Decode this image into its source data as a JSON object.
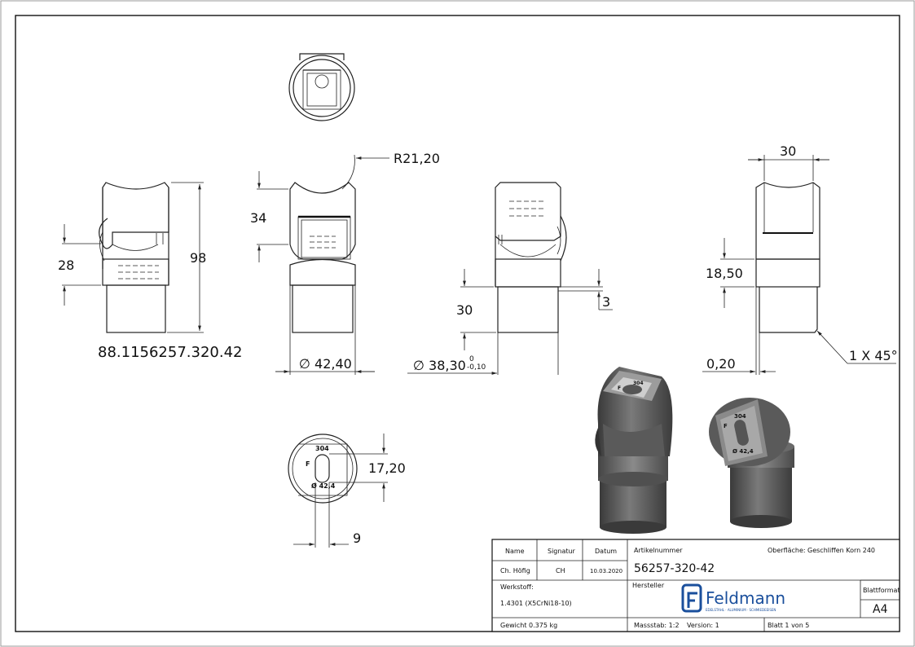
{
  "dims": {
    "r21": "R21,20",
    "d34": "34",
    "d28": "28",
    "d98": "98",
    "part_no": "88.1156257.320.42",
    "dia42": "∅ 42,40",
    "d30a": "30",
    "d3": "3",
    "dia38": "∅ 38,30",
    "tol_up": "0",
    "tol_down": "-0,10",
    "d30b": "30",
    "d1850": "18,50",
    "d020": "0,20",
    "chamfer": "1 X 45°",
    "d1720": "17,20",
    "d9": "9"
  },
  "engraving": {
    "num": "304",
    "letter": "F",
    "dia": "Ø 42,4"
  },
  "title_block": {
    "h_name": "Name",
    "h_signatur": "Signatur",
    "h_datum": "Datum",
    "name": "Ch. Höfig",
    "signatur": "CH",
    "datum": "10.03.2020",
    "artikel_label": "Artikelnummer",
    "artikel": "56257-320-42",
    "oberflaeche_label": "Oberfläche:",
    "oberflaeche": "Geschliffen Korn 240",
    "werkstoff_label": "Werkstoff:",
    "werkstoff": "1.4301 (X5CrNi18-10)",
    "hersteller_label": "Hersteller",
    "brand": "Feldmann",
    "brand_sub": "EDELSTAHL · ALUMINIUM · SCHMIEDEEISEN",
    "blattformat_label": "Blattformat",
    "blattformat": "A4",
    "gewicht": "Gewicht 0.375 kg",
    "massstab": "Massstab: 1:2",
    "version": "Version: 1",
    "blatt": "Blatt 1 von 5"
  },
  "colors": {
    "brand_blue": "#1a4f9c",
    "metal_dark": "#4a4a4a",
    "metal_mid": "#6e6e6e",
    "metal_light": "#9a9a9a"
  }
}
